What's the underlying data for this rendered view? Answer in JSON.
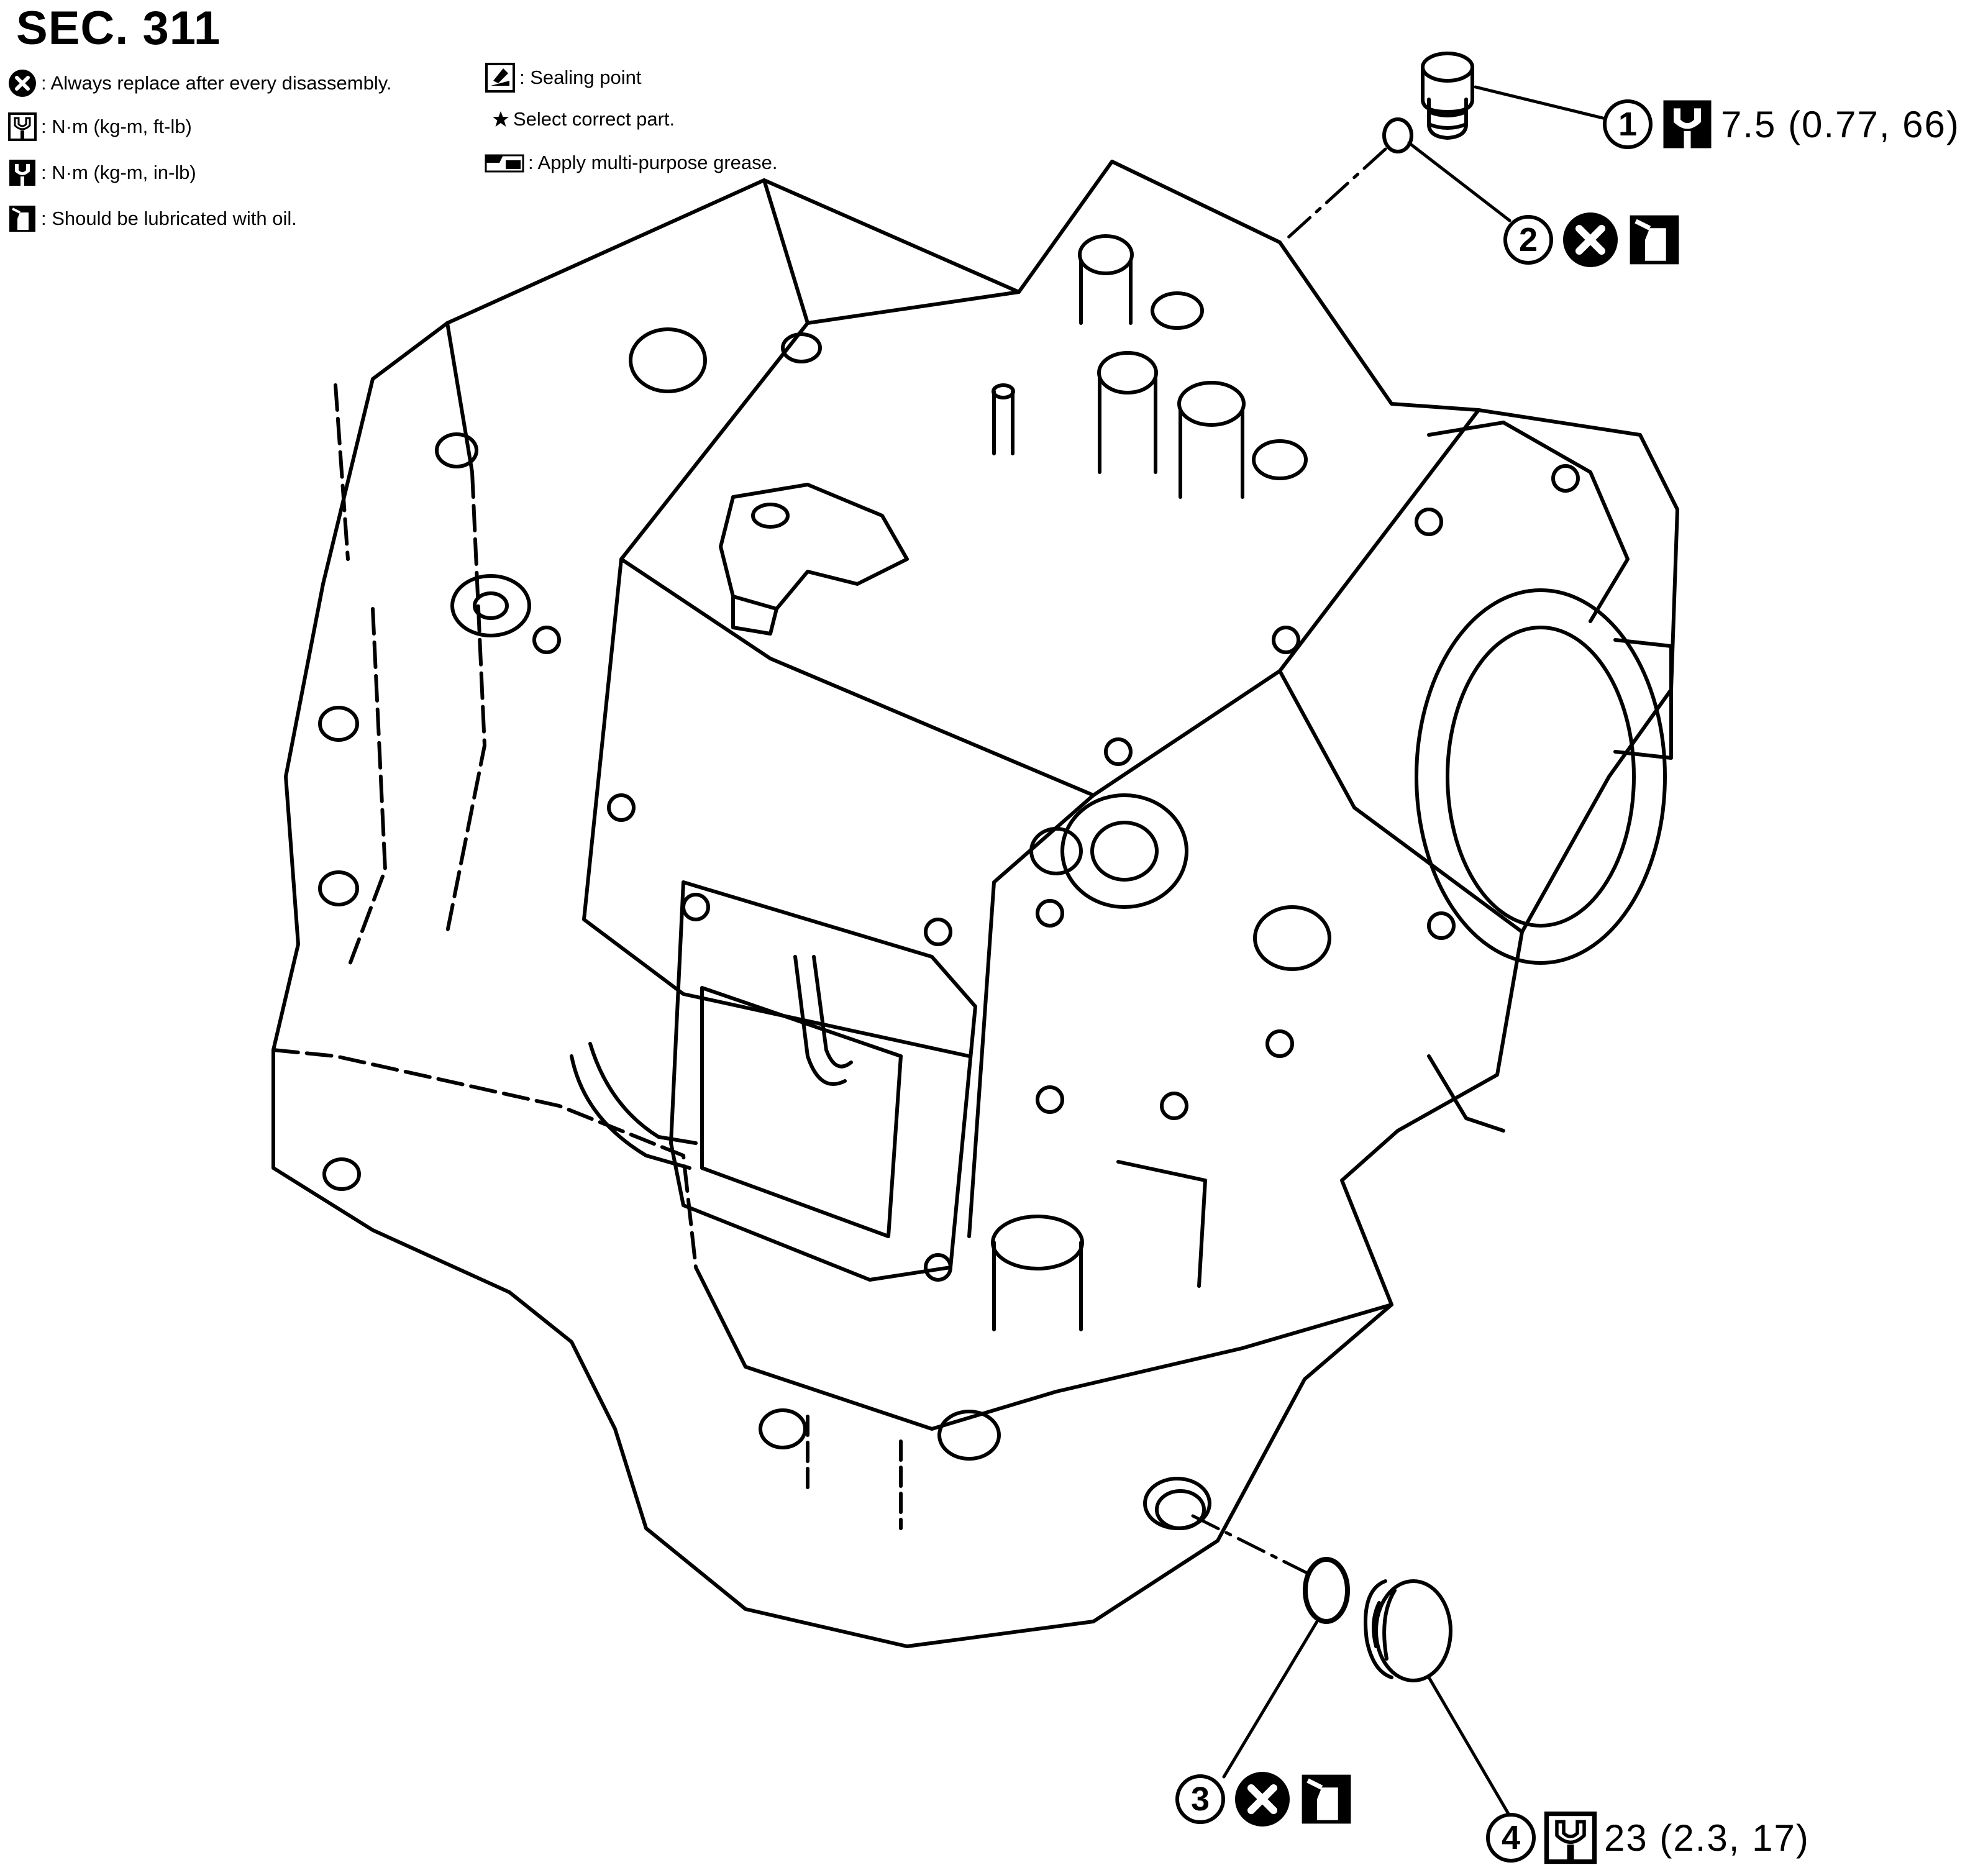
{
  "title": "SEC. 311",
  "legend": {
    "replace": "Always replace after every disassembly.",
    "torque_ftlb": "N·m (kg-m, ft-lb)",
    "torque_inlb": "N·m (kg-m, in-lb)",
    "oil": "Should be lubricated with oil.",
    "sealing": "Sealing point",
    "select": "Select correct part.",
    "grease": "Apply multi-purpose grease."
  },
  "callouts": {
    "c1": {
      "number": "1",
      "torque": "7.5 (0.77, 66)"
    },
    "c2": {
      "number": "2"
    },
    "c3": {
      "number": "3"
    },
    "c4": {
      "number": "4",
      "torque": "23 (2.3, 17)"
    }
  },
  "icons": {
    "replace": "replace-part-icon",
    "torque_ftlb": "torque-wrench-ftlb-icon",
    "torque_inlb": "torque-wrench-inlb-icon",
    "oil": "oil-can-icon",
    "sealing": "sealing-point-icon",
    "select": "star-icon",
    "grease": "grease-icon"
  },
  "colors": {
    "ink": "#000000",
    "paper": "#ffffff"
  }
}
